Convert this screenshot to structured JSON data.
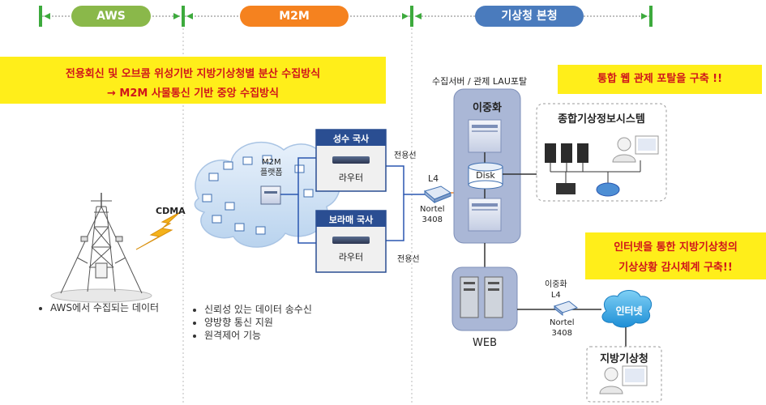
{
  "sections": {
    "aws": "AWS",
    "m2m": "M2M",
    "hq": "기상청 본청"
  },
  "banner_left": {
    "line1": "전용회신 및 오브콤 위성기반 지방기상청별 분산 수집방식",
    "line2": "→ M2M 사물통신 기반 중앙 수집방식"
  },
  "banner_top_right": "통합 웹 관제 포탈을 구축 !!",
  "banner_mid_right": {
    "line1": "인터넷을 통한 지방기상청의",
    "line2": "기상상황 감시체계 구축!!"
  },
  "cdma": "CDMA",
  "m2m_platform": "M2M\n플랫폼",
  "offices": {
    "seongsu": {
      "title": "성수 국사",
      "router": "라우터"
    },
    "boramae": {
      "title": "보라매 국사",
      "router": "라우터"
    }
  },
  "leased_line": "전용선",
  "l4": {
    "label": "L4",
    "model": "Nortel\n3408"
  },
  "collect_server": "수집서버 / 관제 LAU포탈",
  "duplex": "이중화",
  "disk": "Disk",
  "integrated_system": "종합기상정보시스템",
  "web": "WEB",
  "duplex_l4": {
    "label": "이중화\nL4",
    "model": "Nortel\n3408"
  },
  "internet": "인터넷",
  "regional": "지방기상청",
  "bullets_aws": [
    "AWS에서 수집되는 데이터"
  ],
  "bullets_m2m": [
    "신뢰성 있는 데이터 송수신",
    "양방향 통신 지원",
    "원격제어 기능"
  ],
  "colors": {
    "aws_pill": "#8ab84a",
    "m2m_pill": "#f5821f",
    "hq_pill": "#4a7bbd",
    "divider": "#3daa3d",
    "office_header": "#2a4e92",
    "line_blue": "#2a57b0",
    "line_orange": "#f08a30",
    "server_panel": "#aab7d6"
  }
}
